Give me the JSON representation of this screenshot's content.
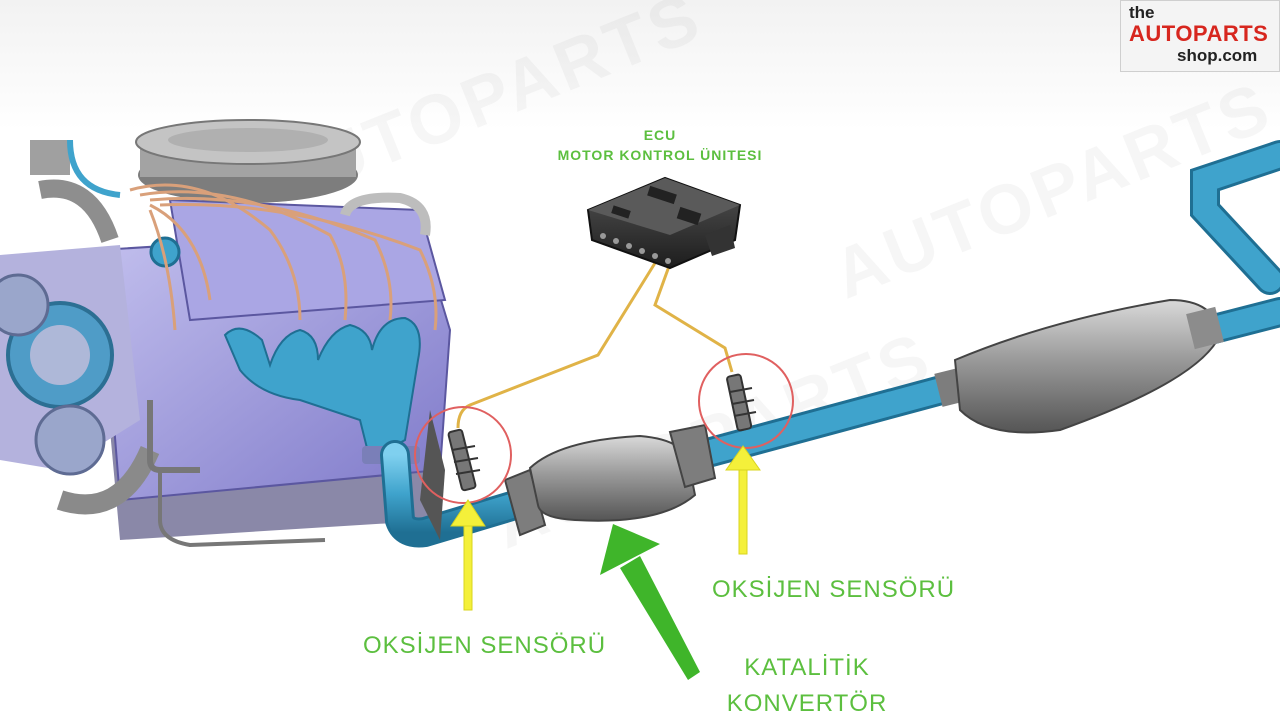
{
  "logo": {
    "line1": "the",
    "line2": "AUTOPARTS",
    "line3": "shop.com"
  },
  "labels": {
    "ecu_title": "ECU",
    "ecu_subtitle": "MOTOR KONTROL ÜNITESI",
    "oxygen_sensor_front": "OKSİJEN SENSÖRÜ",
    "oxygen_sensor_rear": "OKSİJEN SENSÖRÜ",
    "catalytic_line1": "KATALİTİK",
    "catalytic_line2": "KONVERTÖR"
  },
  "colors": {
    "label_green": "#5cbf3f",
    "arrow_yellow": "#f4f03a",
    "arrow_green": "#3fb52a",
    "pipe_blue": "#3fa3cc",
    "engine_purple": "#9a96d8",
    "wire_orange": "#e0b347",
    "circle_red": "#e06060",
    "logo_red": "#d7261e"
  }
}
